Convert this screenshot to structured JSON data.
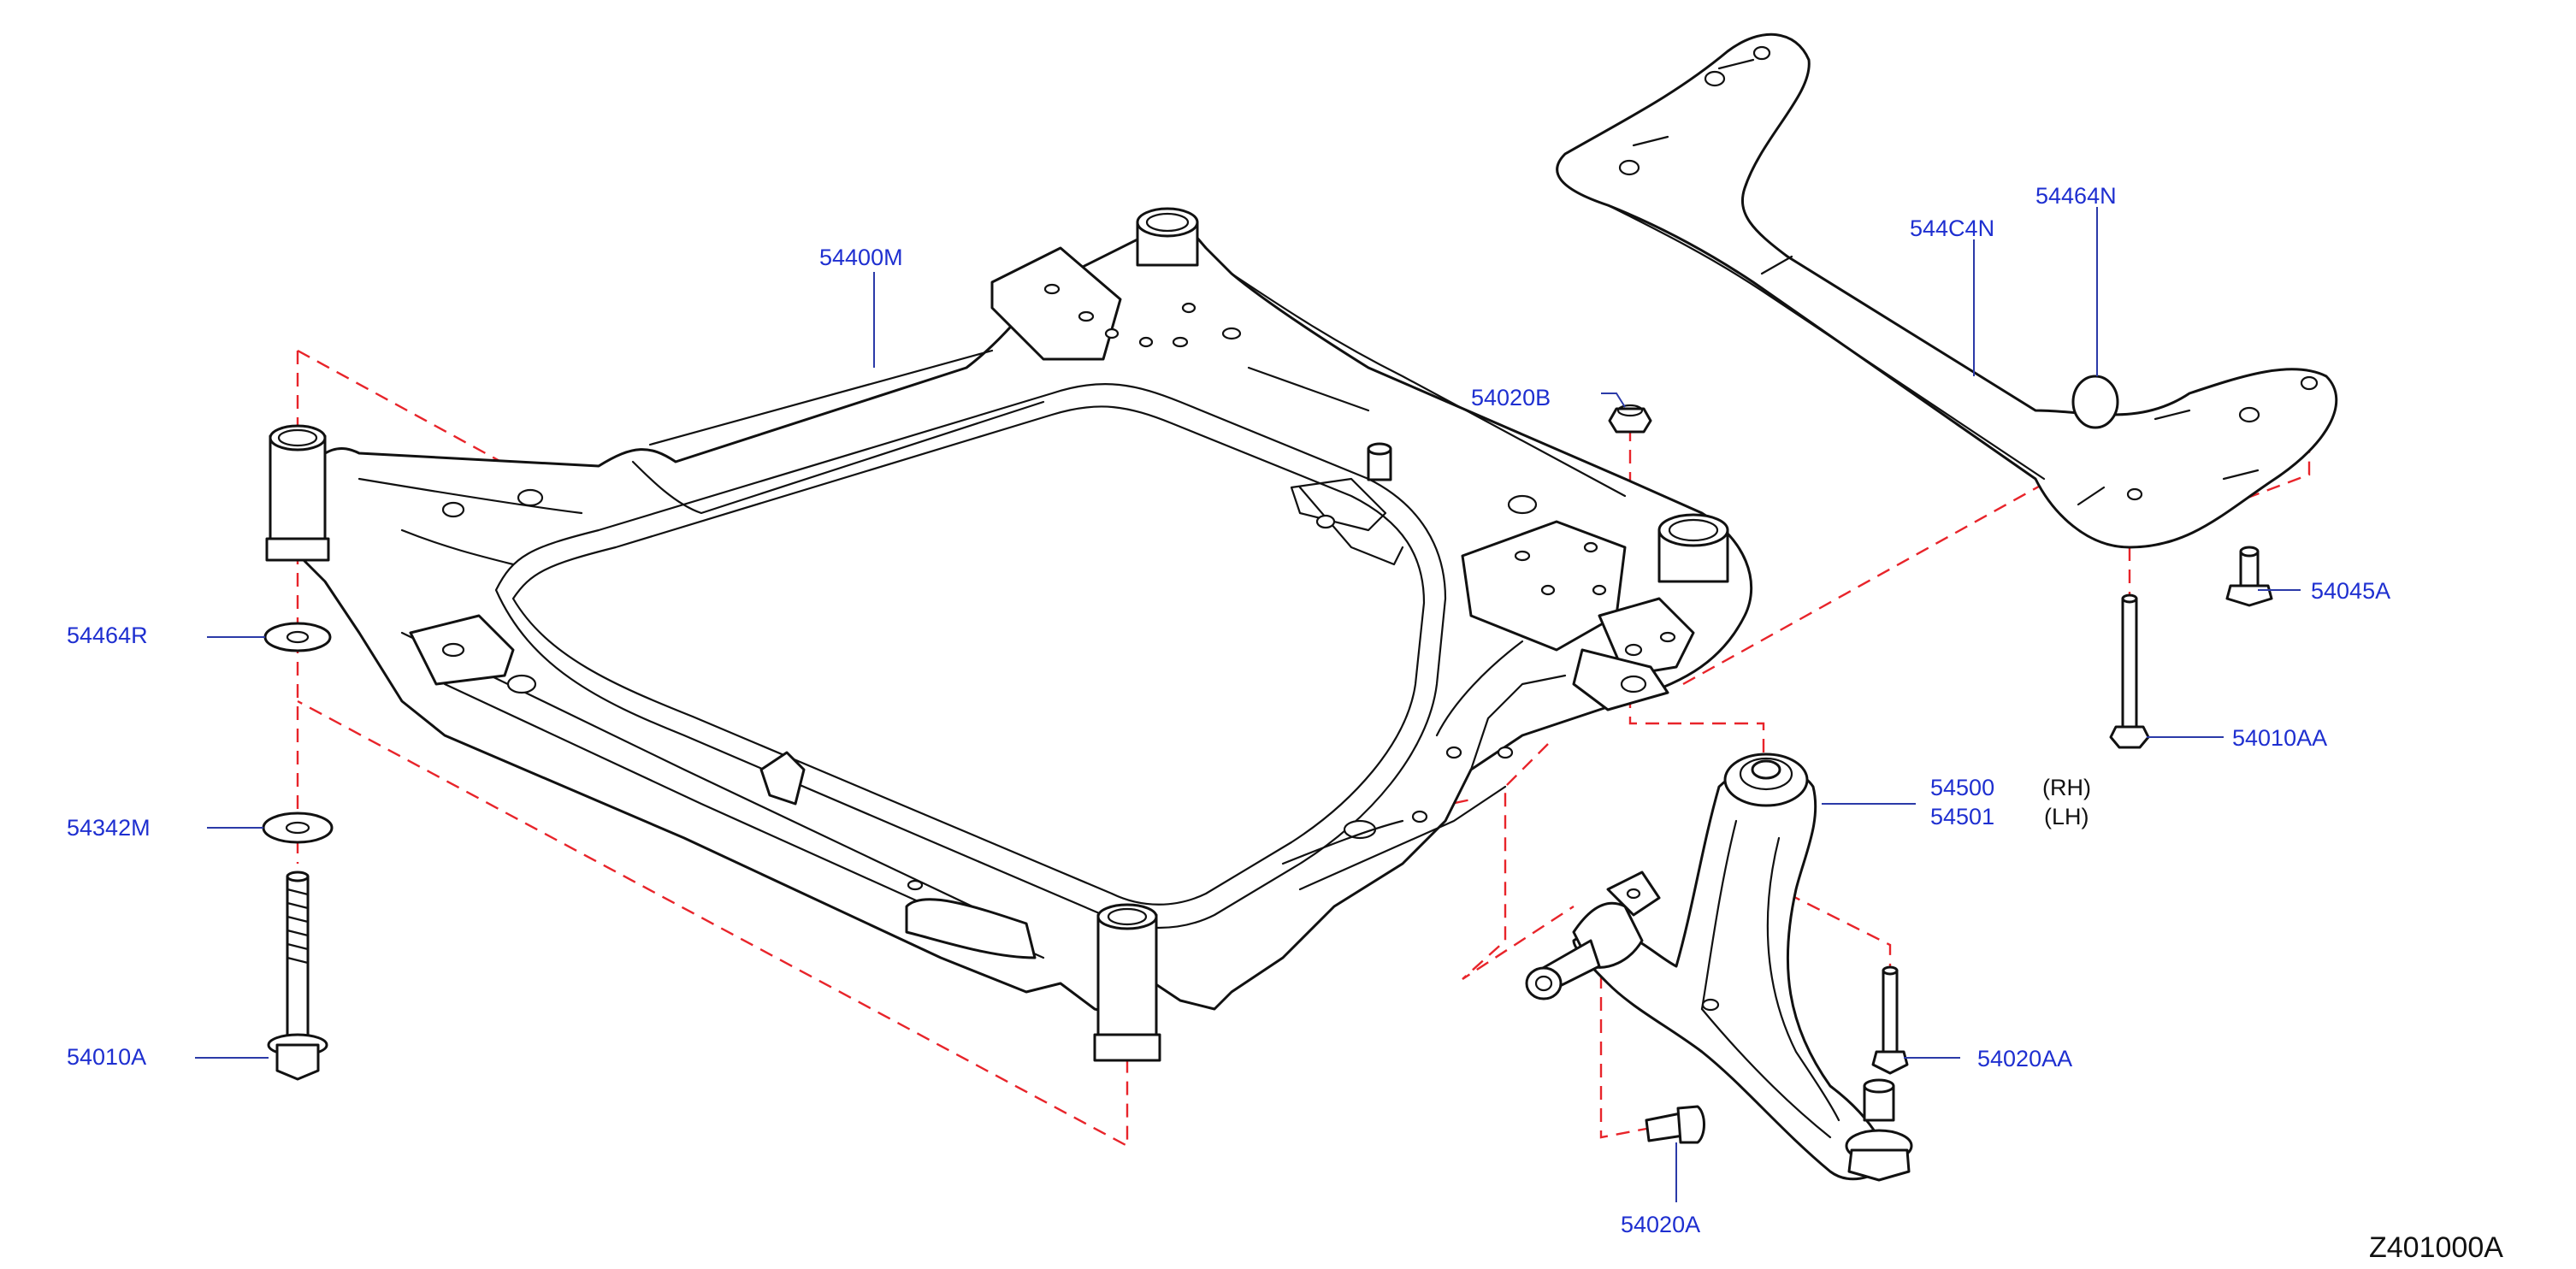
{
  "callouts": {
    "c54400M": "54400M",
    "c54464N": "54464N",
    "c544C4N": "544C4N",
    "c54020B": "54020B",
    "c54045A": "54045A",
    "c54464R": "54464R",
    "c54010AA": "54010AA",
    "c54500": "54500",
    "c54501": "54501",
    "c54342M": "54342M",
    "c54010A": "54010A",
    "c54020AA": "54020AA",
    "c54020A": "54020A"
  },
  "sides": {
    "rh": "(RH)",
    "lh": "(LH)"
  },
  "diagram_code": "Z401000A",
  "colors": {
    "callout_text": "#1e2fd0",
    "leader": "#2b3aa8",
    "dashed_line": "#e8242a",
    "line_art": "#111111"
  }
}
